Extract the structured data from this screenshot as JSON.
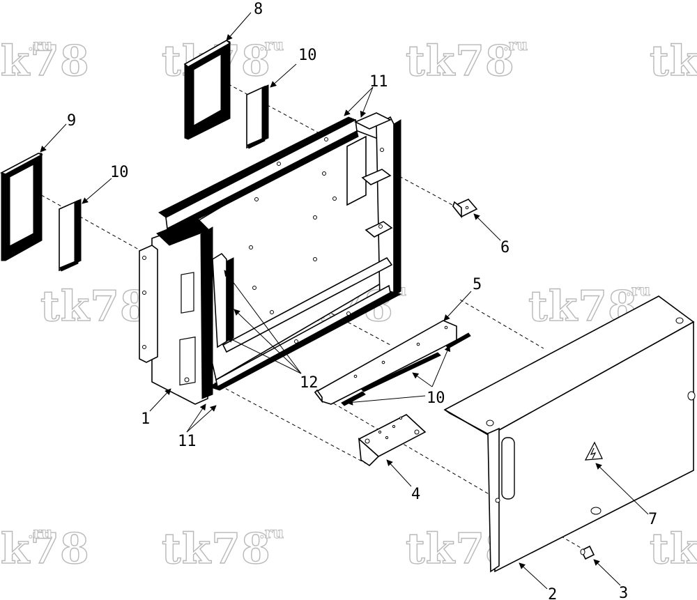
{
  "watermark": {
    "main": "tk78",
    "suffix": ".ru"
  },
  "callouts": {
    "c1": "1",
    "c2": "2",
    "c3": "3",
    "c4": "4",
    "c5": "5",
    "c6": "6",
    "c7": "7",
    "c8": "8",
    "c9": "9",
    "c10a": "10",
    "c10b": "10",
    "c10c": "10",
    "c11a": "11",
    "c11b": "11",
    "c12": "12"
  }
}
